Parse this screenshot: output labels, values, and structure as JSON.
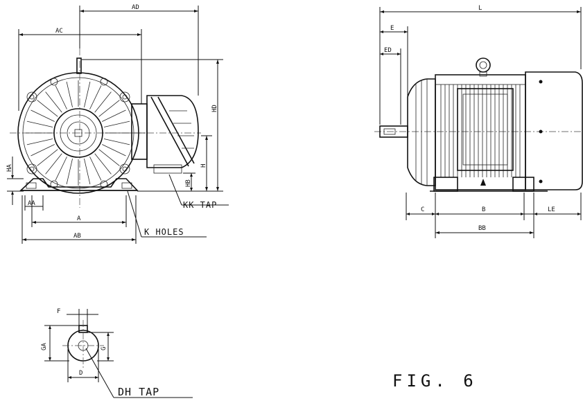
{
  "figure_label": "FIG. 6",
  "front_view": {
    "dimensions": {
      "ad": "AD",
      "ac": "AC",
      "hd": "HD",
      "h": "H",
      "hb": "HB",
      "ha": "HA",
      "aa": "AA",
      "a": "A",
      "ab": "AB"
    },
    "callouts": {
      "kk_tap": "KK TAP",
      "k_holes": "K HOLES"
    }
  },
  "side_view": {
    "dimensions": {
      "l": "L",
      "e": "E",
      "ed": "ED",
      "c": "C",
      "b": "B",
      "le": "LE",
      "bb": "BB"
    }
  },
  "shaft_end": {
    "dimensions": {
      "f": "F",
      "ga": "GA",
      "g": "G",
      "d": "D"
    },
    "callouts": {
      "dh_tap": "DH TAP"
    }
  }
}
